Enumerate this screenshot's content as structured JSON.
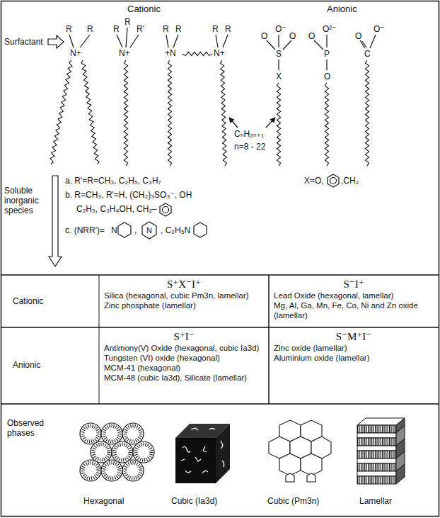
{
  "diagram": {
    "nodes": [
      {
        "text": [
          "S⁺X⁻I⁺",
          "Silica (hexagonal, cubic Pm3n, lamellar)",
          "Zinc phosphate (lamellar)"
        ]
      },
      {
        "text": [
          "S⁻I⁺",
          "Lead Oxide (hexagonal, lamellar)",
          "Mg, Al, Ga, Mn, Fe, Co, Ni and Zn oxide (lamellar)"
        ]
      },
      {
        "text": [
          "S⁺I⁻",
          "Antimony(V) Oxide (hexagonal, cubic Ia3d)",
          "Tungsten (VI) oxide (hexagonal)",
          "MCM-41 (hexagonal)",
          "MCM-48 (cubic Ia3d), Silicate (lamellar)"
        ]
      },
      {
        "text": [
          "S⁻M⁺I⁻",
          "Zinc oxide (lamellar)",
          "Aluminium oxide (lamellar)"
        ]
      }
    ],
    "labels": [
      "Cationic",
      "Anionic",
      "Surfactant",
      "R",
      "R",
      "N+",
      "R",
      "R",
      "R'",
      "N+",
      "R",
      "R",
      "+N",
      "R",
      "R",
      "N+",
      "O",
      "O⁻",
      "O",
      "S",
      "X",
      "O",
      "O²⁻",
      "P",
      "O",
      "O",
      "O⁻",
      "C",
      "CₙH₂ₙ₊₁",
      "n=8 - 22",
      "a. R'=R=CH₃, C₂H₅, C₃H₇",
      "b. R=CH₃, R'=H, (CH₂)₃SO₃⁻, OH",
      "C₂H₅, C₂H₄OH, CH₂–",
      "c. (NRR')=",
      "N",
      ",",
      "N",
      ", C₂H₅N",
      "X=O,",
      ",CH₂",
      "Soluble inorganic species",
      "Cationic",
      "Anionic",
      "Observed phases",
      "Hexagonal",
      "Cubic (Ia3d)",
      "Cubic (Pm3n)",
      "Lamellar"
    ]
  }
}
